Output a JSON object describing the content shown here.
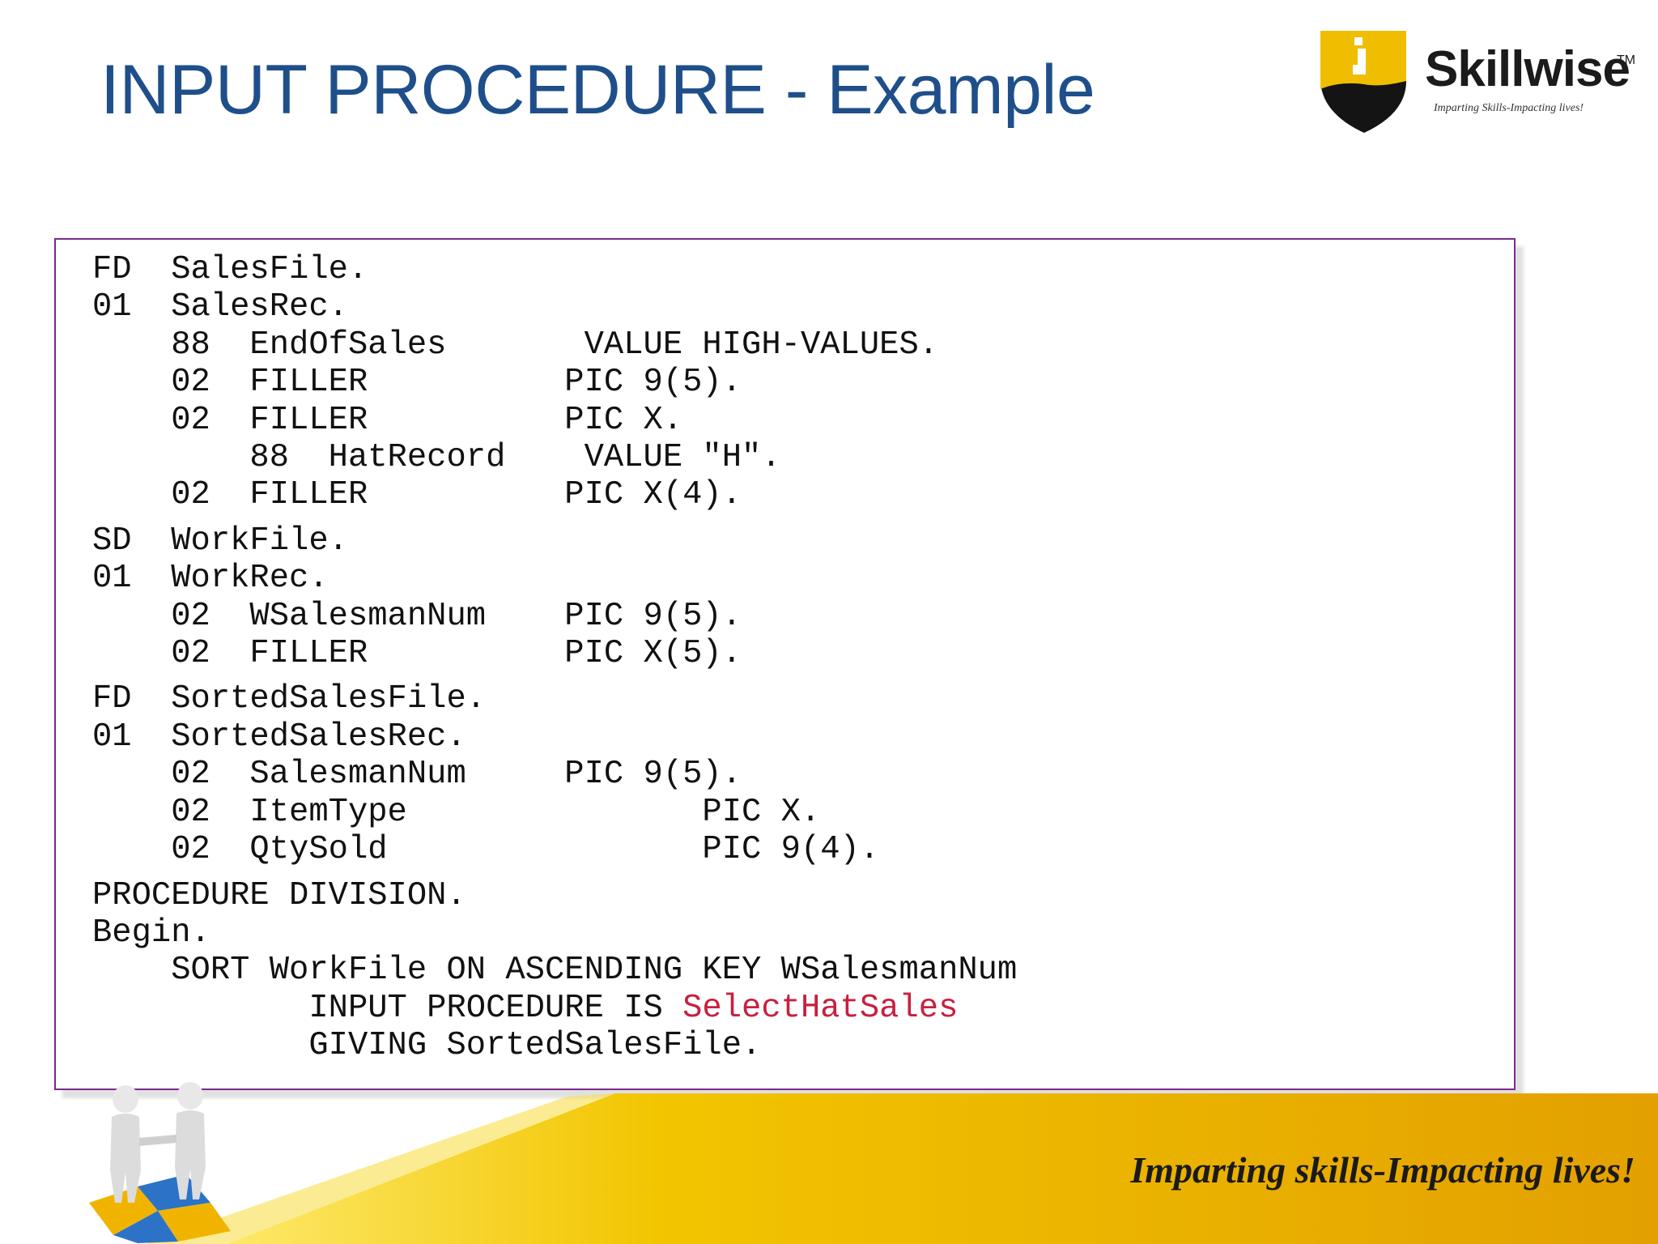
{
  "slide": {
    "title": "INPUT PROCEDURE - Example"
  },
  "logo": {
    "name": "Skillwise",
    "trademark": "TM",
    "tagline": "Imparting Skills-Impacting lives!"
  },
  "code": {
    "lines": [
      "FD  SalesFile.",
      "01  SalesRec.",
      "    88  EndOfSales       VALUE HIGH-VALUES.",
      "    02  FILLER          PIC 9(5).",
      "    02  FILLER          PIC X.",
      "        88  HatRecord    VALUE \"H\".",
      "    02  FILLER          PIC X(4).",
      "SD  WorkFile.",
      "01  WorkRec.",
      "    02  WSalesmanNum    PIC 9(5).",
      "    02  FILLER          PIC X(5).",
      "FD  SortedSalesFile.",
      "01  SortedSalesRec.",
      "    02  SalesmanNum     PIC 9(5).",
      "    02  ItemType               PIC X.",
      "    02  QtySold                PIC 9(4).",
      "PROCEDURE DIVISION.",
      "Begin.",
      "    SORT WorkFile ON ASCENDING KEY WSalesmanNum",
      "           INPUT PROCEDURE IS ",
      "           GIVING SortedSalesFile."
    ],
    "highlight": "SelectHatSales",
    "highlight_color": "#c8203e"
  },
  "footer": {
    "tagline": "Imparting skills-Impacting lives!"
  },
  "colors": {
    "title": "#1f4f8a",
    "box_border": "#7b2a8f",
    "band_yellow": "#f2c500",
    "band_orange": "#e8a800"
  }
}
